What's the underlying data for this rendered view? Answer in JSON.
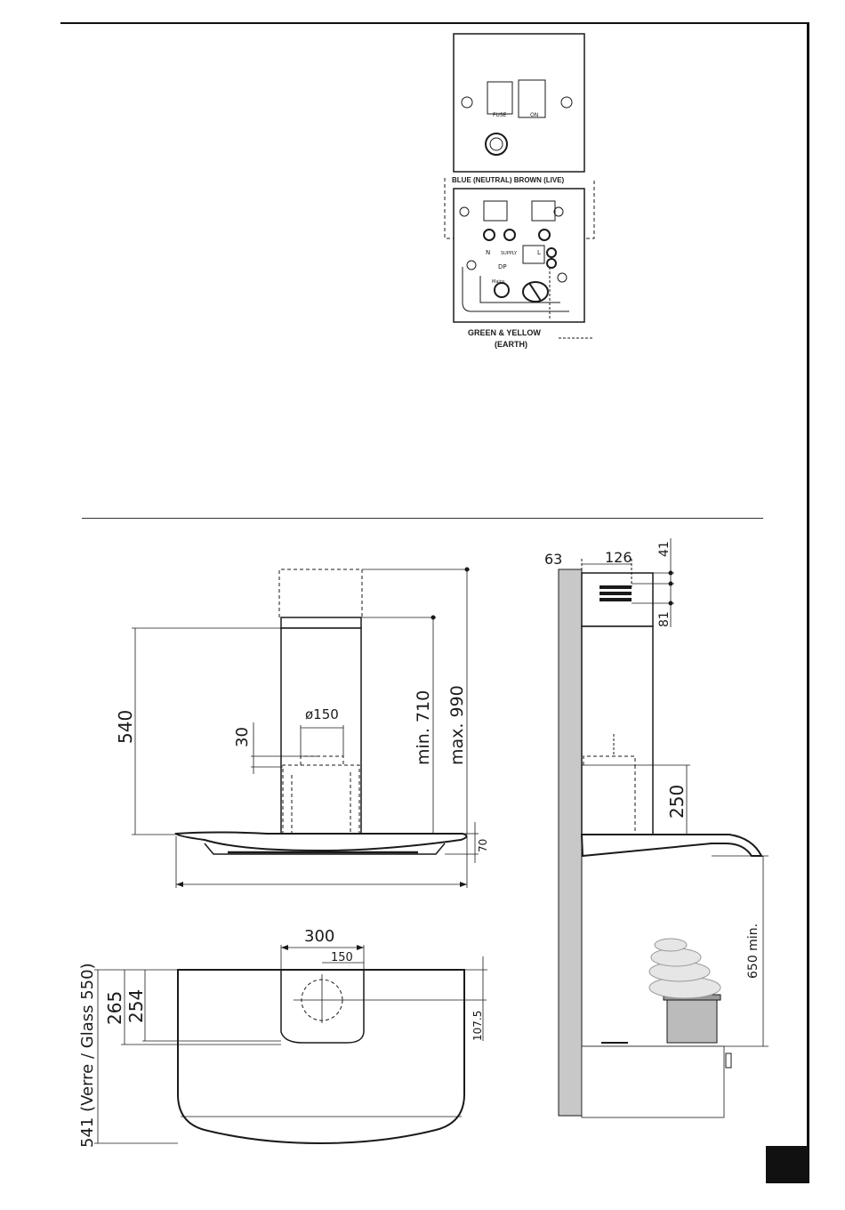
{
  "wiring": {
    "fuse_label": "FUSE",
    "on_label": "ON",
    "neutral_live_label": "BLUE (NEUTRAL)    BROWN (LIVE)",
    "earth_label_1": "GREEN & YELLOW",
    "earth_label_2": "(EARTH)",
    "terminal_n": "N",
    "terminal_l": "L",
    "terminal_dp": "DP",
    "terminal_supply": "SUPPLY",
    "terminal_mains": "Mains"
  },
  "front_view": {
    "height_540": "540",
    "depth_30": "30",
    "dia_150": "ø150",
    "min_710": "min. 710",
    "max_990": "max. 990",
    "thick_70": "70"
  },
  "top_view": {
    "width_300": "300",
    "width_150": "150",
    "depth_265": "265",
    "depth_254": "254",
    "offset_107_5": "107.5",
    "depth_541": "541 (Verre / Glass 550)"
  },
  "side_view": {
    "wall_63": "63",
    "vent_126": "126",
    "top_41": "41",
    "vent_81": "81",
    "duct_250": "250",
    "clearance_650": "650 min."
  },
  "colors": {
    "line": "#1a1a1a",
    "wall": "#c8c8c8",
    "paper": "#ffffff"
  }
}
